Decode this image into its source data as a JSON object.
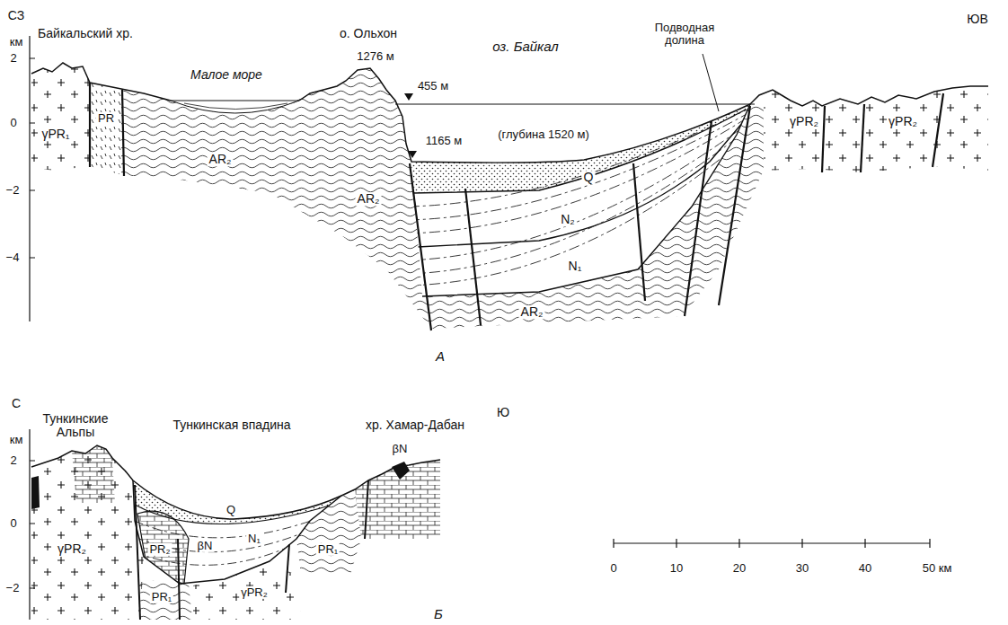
{
  "diagram": {
    "labels": [
      "СЗ",
      "ЮВ",
      "км",
      "Байкальский хр.",
      "о. Ольхон",
      "оз. Байкал",
      "Подводная долина",
      "1276 м",
      "455 м",
      "Малое море",
      "2",
      "0",
      "−2",
      "−4",
      "γPR₁",
      "PR",
      "AR₂",
      "1165 м",
      "(глубина 1520 м)",
      "Q",
      "N₂",
      "N₁",
      "AR₂",
      "AR₂",
      "γPR₂",
      "γPR₂",
      "А",
      "С",
      "Ю",
      "км",
      "Тункинские Альпы",
      "Тункинская впадина",
      "хр. Хамар-Дабан",
      "βN",
      "2",
      "0",
      "−2",
      "γPR₂",
      "Q",
      "N₁",
      "PR₂",
      "βN",
      "PR₁",
      "γPR₂",
      "PR₁",
      "Б",
      "0",
      "10",
      "20",
      "30",
      "40",
      "50 км"
    ]
  }
}
